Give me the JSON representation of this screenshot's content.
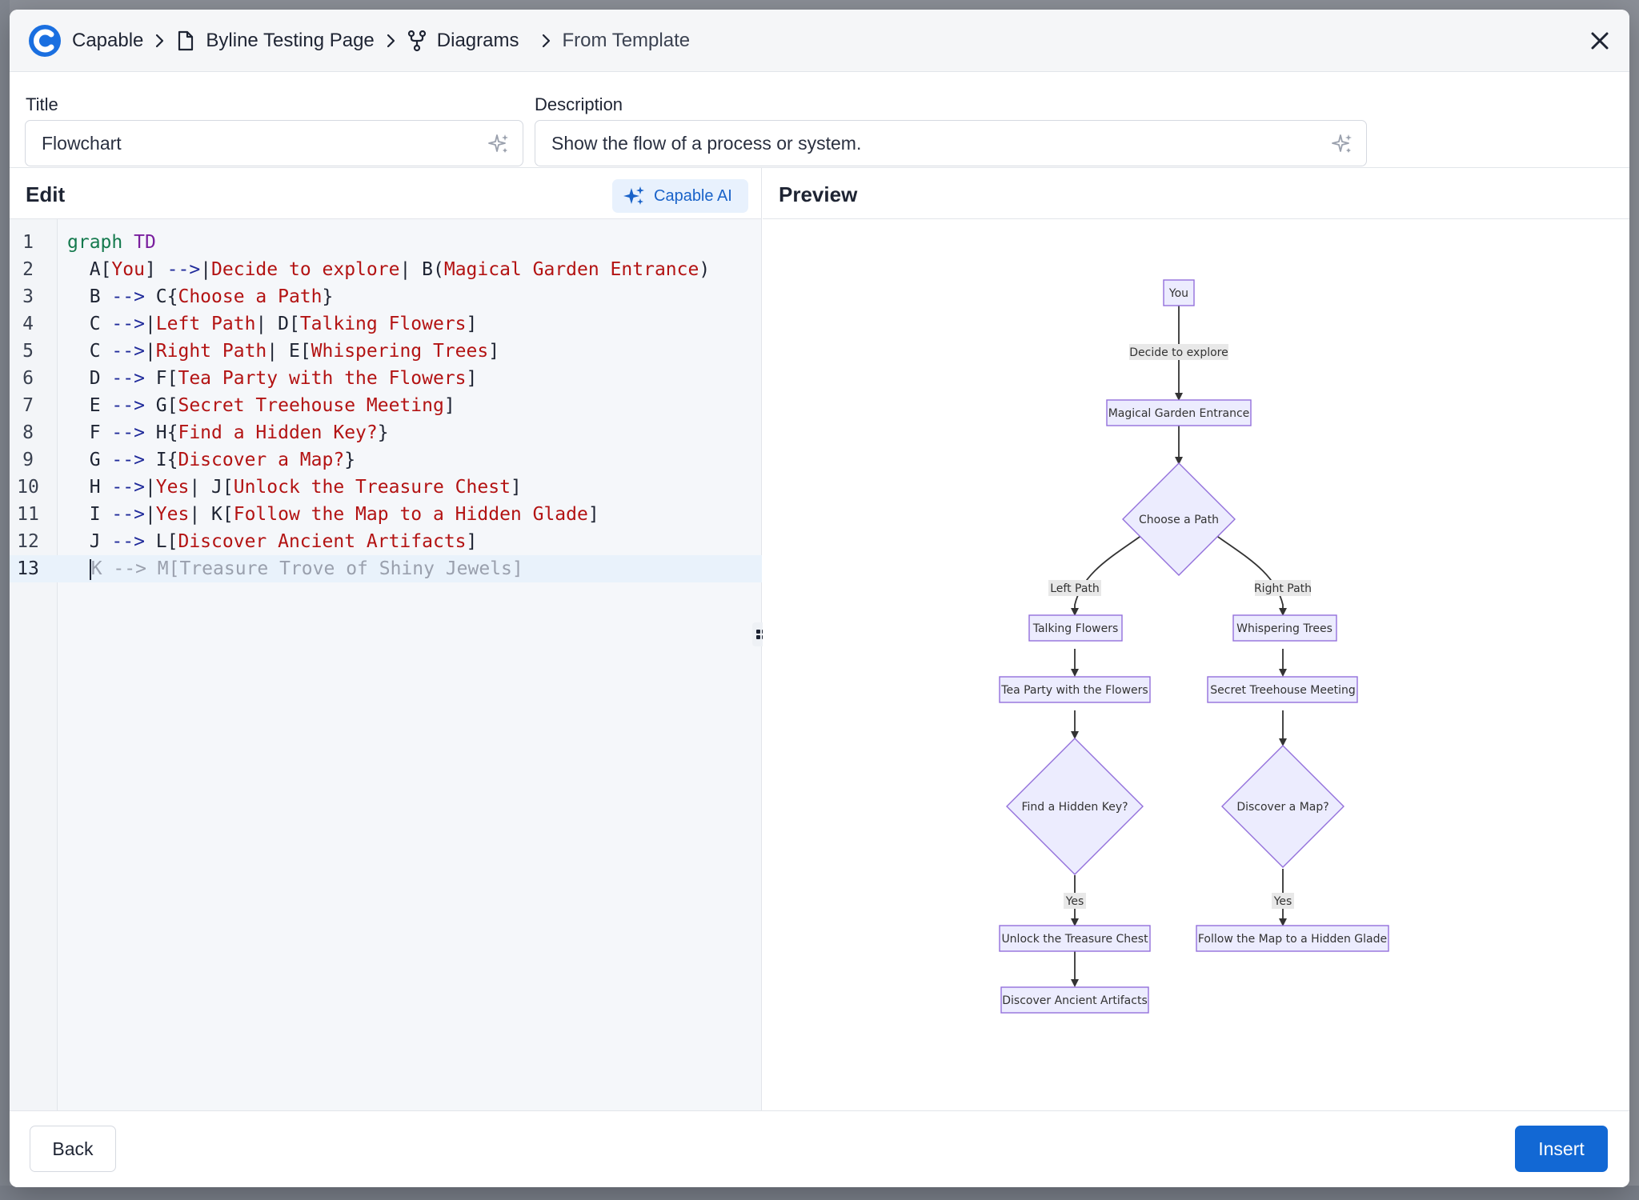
{
  "breadcrumb": {
    "app": "Capable",
    "page": "Byline Testing Page",
    "section": "Diagrams",
    "current": "From Template"
  },
  "title_field": {
    "label": "Title",
    "value": "Flowchart"
  },
  "description_field": {
    "label": "Description",
    "value": "Show the flow of a process or system."
  },
  "edit": {
    "heading": "Edit",
    "ai_button": "Capable AI"
  },
  "code_lines": [
    {
      "n": "1",
      "tokens": [
        [
          "kw",
          "graph"
        ],
        [
          "plain",
          " "
        ],
        [
          "kw2",
          "TD"
        ]
      ]
    },
    {
      "n": "2",
      "tokens": [
        [
          "plain",
          "  A["
        ],
        [
          "str",
          "You"
        ],
        [
          "plain",
          "] "
        ],
        [
          "arr",
          "-->"
        ],
        [
          "plain",
          "|"
        ],
        [
          "str",
          "Decide to explore"
        ],
        [
          "plain",
          "| B("
        ],
        [
          "str",
          "Magical Garden Entrance"
        ],
        [
          "plain",
          ")"
        ]
      ]
    },
    {
      "n": "3",
      "tokens": [
        [
          "plain",
          "  B "
        ],
        [
          "arr",
          "-->"
        ],
        [
          "plain",
          " C{"
        ],
        [
          "str",
          "Choose a Path"
        ],
        [
          "plain",
          "}"
        ]
      ]
    },
    {
      "n": "4",
      "tokens": [
        [
          "plain",
          "  C "
        ],
        [
          "arr",
          "-->"
        ],
        [
          "plain",
          "|"
        ],
        [
          "str",
          "Left Path"
        ],
        [
          "plain",
          "| D["
        ],
        [
          "str",
          "Talking Flowers"
        ],
        [
          "plain",
          "]"
        ]
      ]
    },
    {
      "n": "5",
      "tokens": [
        [
          "plain",
          "  C "
        ],
        [
          "arr",
          "-->"
        ],
        [
          "plain",
          "|"
        ],
        [
          "str",
          "Right Path"
        ],
        [
          "plain",
          "| E["
        ],
        [
          "str",
          "Whispering Trees"
        ],
        [
          "plain",
          "]"
        ]
      ]
    },
    {
      "n": "6",
      "tokens": [
        [
          "plain",
          "  D "
        ],
        [
          "arr",
          "-->"
        ],
        [
          "plain",
          " F["
        ],
        [
          "str",
          "Tea Party with the Flowers"
        ],
        [
          "plain",
          "]"
        ]
      ]
    },
    {
      "n": "7",
      "tokens": [
        [
          "plain",
          "  E "
        ],
        [
          "arr",
          "-->"
        ],
        [
          "plain",
          " G["
        ],
        [
          "str",
          "Secret Treehouse Meeting"
        ],
        [
          "plain",
          "]"
        ]
      ]
    },
    {
      "n": "8",
      "tokens": [
        [
          "plain",
          "  F "
        ],
        [
          "arr",
          "-->"
        ],
        [
          "plain",
          " H{"
        ],
        [
          "str",
          "Find a Hidden Key?"
        ],
        [
          "plain",
          "}"
        ]
      ]
    },
    {
      "n": "9",
      "tokens": [
        [
          "plain",
          "  G "
        ],
        [
          "arr",
          "-->"
        ],
        [
          "plain",
          " I{"
        ],
        [
          "str",
          "Discover a Map?"
        ],
        [
          "plain",
          "}"
        ]
      ]
    },
    {
      "n": "10",
      "tokens": [
        [
          "plain",
          "  H "
        ],
        [
          "arr",
          "-->"
        ],
        [
          "plain",
          "|"
        ],
        [
          "str",
          "Yes"
        ],
        [
          "plain",
          "| J["
        ],
        [
          "str",
          "Unlock the Treasure Chest"
        ],
        [
          "plain",
          "]"
        ]
      ]
    },
    {
      "n": "11",
      "tokens": [
        [
          "plain",
          "  I "
        ],
        [
          "arr",
          "-->"
        ],
        [
          "plain",
          "|"
        ],
        [
          "str",
          "Yes"
        ],
        [
          "plain",
          "| K["
        ],
        [
          "str",
          "Follow the Map to a Hidden Glade"
        ],
        [
          "plain",
          "]"
        ]
      ]
    },
    {
      "n": "12",
      "tokens": [
        [
          "plain",
          "  J "
        ],
        [
          "arr",
          "-->"
        ],
        [
          "plain",
          " L["
        ],
        [
          "str",
          "Discover Ancient Artifacts"
        ],
        [
          "plain",
          "]"
        ]
      ]
    },
    {
      "n": "13",
      "tokens": [
        [
          "plain",
          "  "
        ],
        [
          "caret",
          ""
        ],
        [
          "ghost",
          "K --> M[Treasure Trove of Shiny Jewels]"
        ]
      ],
      "active": true
    }
  ],
  "preview": {
    "heading": "Preview",
    "nodes": {
      "A": "You",
      "B": "Magical Garden Entrance",
      "C": "Choose a Path",
      "D": "Talking Flowers",
      "E": "Whispering Trees",
      "F": "Tea Party with the Flowers",
      "G": "Secret Treehouse Meeting",
      "H": "Find a Hidden Key?",
      "I": "Discover a Map?",
      "J": "Unlock the Treasure Chest",
      "K": "Follow the Map to a Hidden Glade",
      "L": "Discover Ancient Artifacts"
    },
    "edge_labels": {
      "AB": "Decide to explore",
      "CD": "Left Path",
      "CE": "Right Path",
      "HJ": "Yes",
      "IK": "Yes"
    }
  },
  "footer": {
    "back": "Back",
    "insert": "Insert"
  },
  "colors": {
    "accent": "#1268d4",
    "node_fill": "#ececfe",
    "node_stroke": "#9370db",
    "edge": "#333333"
  }
}
